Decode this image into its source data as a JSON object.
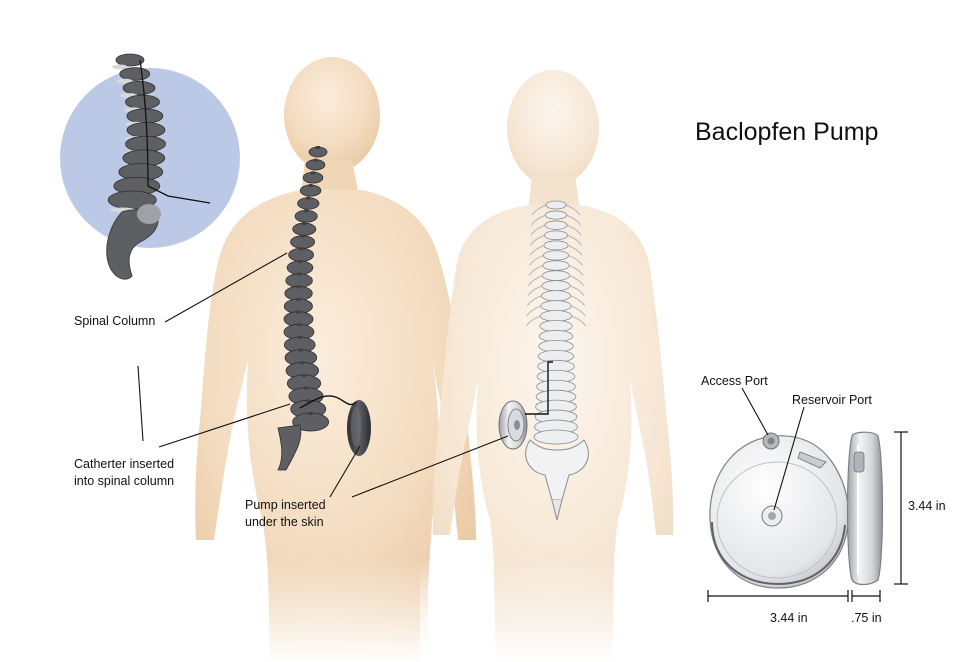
{
  "title": "Baclopfen Pump",
  "labels": {
    "spinal_column": "Spinal Column",
    "catheter_line1": "Catherter inserted",
    "catheter_line2": "into spinal column",
    "pump_line1": "Pump inserted",
    "pump_line2": "under the skin",
    "access_port": "Access Port",
    "reservoir_port": "Reservoir Port"
  },
  "dimensions": {
    "pump_width": "3.44 in",
    "pump_height": "3.44 in",
    "pump_depth": ".75 in"
  },
  "colors": {
    "skin": "#f3dcc0",
    "skin_shadow": "#e8c49c",
    "inset_circle": "#bcc9e6",
    "bone_dark": "#5d5f63",
    "bone_light": "#e6e7e9",
    "pump_metal": "#cfd1d4",
    "line": "#111111"
  }
}
